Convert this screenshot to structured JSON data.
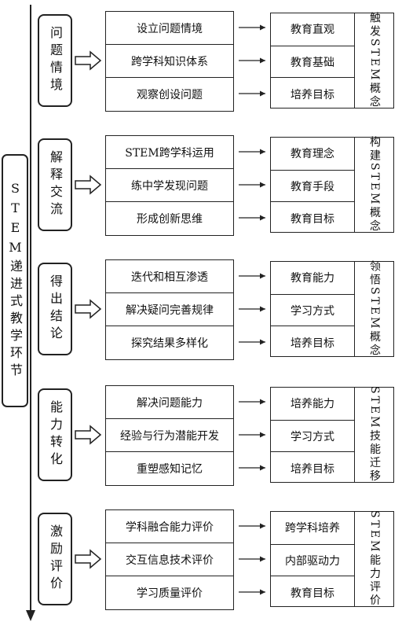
{
  "main_label": "STEM递进式教学环节",
  "stages": [
    {
      "name": "问题情境",
      "items": [
        "设立问题情境",
        "跨学科知识体系",
        "观察创设问题"
      ],
      "concepts": [
        "教育直观",
        "教育基础",
        "培养目标"
      ],
      "goal": "触发STEM概念"
    },
    {
      "name": "解释交流",
      "items": [
        "STEM跨学科运用",
        "练中学发现问题",
        "形成创新思维"
      ],
      "concepts": [
        "教育理念",
        "教育手段",
        "教育目标"
      ],
      "goal": "构建STEM概念"
    },
    {
      "name": "得出结论",
      "items": [
        "迭代和相互渗透",
        "解决疑问完善规律",
        "探究结果多样化"
      ],
      "concepts": [
        "教育能力",
        "学习方式",
        "培养目标"
      ],
      "goal": "领悟STEM概念"
    },
    {
      "name": "能力转化",
      "items": [
        "解决问题能力",
        "经验与行为潜能开发",
        "重塑感知记忆"
      ],
      "concepts": [
        "培养能力",
        "学习方式",
        "培养目标"
      ],
      "goal": "STEM技能迁移"
    },
    {
      "name": "激励评价",
      "items": [
        "学科融合能力评价",
        "交互信息技术评价",
        "学习质量评价"
      ],
      "concepts": [
        "跨学科培养",
        "内部驱动力",
        "教育目标"
      ],
      "goal": "STEM能力评价"
    }
  ]
}
